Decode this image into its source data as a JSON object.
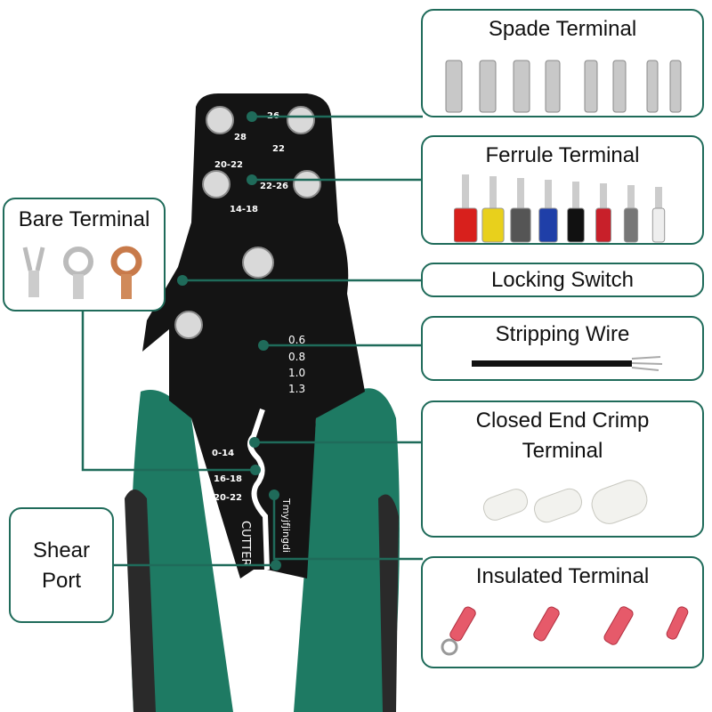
{
  "callouts": {
    "spade": "Spade Terminal",
    "ferrule": "Ferrule Terminal",
    "locking": "Locking Switch",
    "stripping": "Stripping Wire",
    "closed_end_line1": "Closed End Crimp",
    "closed_end_line2": "Terminal",
    "insulated": "Insulated Terminal",
    "bare": "Bare Terminal",
    "shear_line1": "Shear",
    "shear_line2": "Port"
  },
  "tool": {
    "crimp_sizes": [
      "26",
      "28",
      "22",
      "20-22",
      "22-26",
      "14-18"
    ],
    "strip_sizes": [
      "0.6",
      "0.8",
      "1.0",
      "1.3"
    ],
    "jaw_sizes": [
      "0-14",
      "16-18",
      "20-22"
    ],
    "cutter_label": "CUTTER",
    "brand": "Tmyjfjingdi"
  },
  "colors": {
    "accent": "#1f6b5a",
    "handle": "#1e7a63",
    "head": "#141414"
  },
  "ferrule_colors": [
    "#d8201c",
    "#e8d01c",
    "#555555",
    "#1f3fa8",
    "#111111",
    "#c8202a",
    "#777777",
    "#eeeeee"
  ]
}
